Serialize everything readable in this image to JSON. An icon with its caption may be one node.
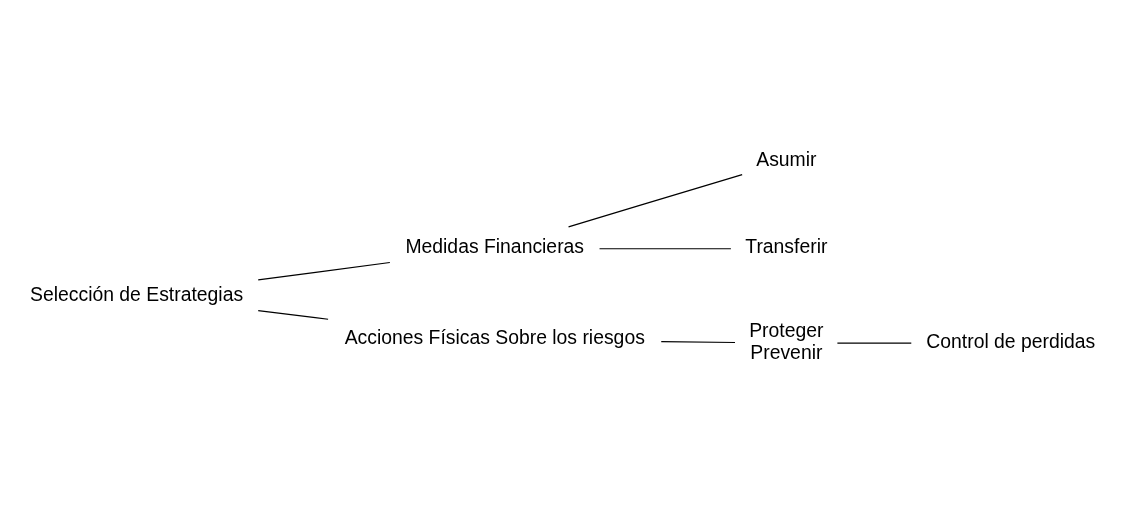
{
  "diagram": {
    "nodes": [
      {
        "text": [
          "Selección de Estrategias"
        ]
      },
      {
        "text": [
          "Medidas Financieras"
        ]
      },
      {
        "text": [
          "Asumir"
        ]
      },
      {
        "text": [
          "Transferir"
        ]
      },
      {
        "text": [
          "Acciones Físicas Sobre los riesgos"
        ]
      },
      {
        "text": [
          "Proteger",
          "Prevenir"
        ]
      },
      {
        "text": [
          "Control de perdidas"
        ]
      }
    ],
    "edges": [
      {
        "from": 0,
        "to": 1,
        "arrow": "none"
      },
      {
        "from": 0,
        "to": 4,
        "arrow": "none"
      },
      {
        "from": 1,
        "to": 2,
        "arrow": "none"
      },
      {
        "from": 1,
        "to": 3,
        "arrow": "none"
      },
      {
        "from": 4,
        "to": 5,
        "arrow": "none"
      },
      {
        "from": 5,
        "to": 6,
        "arrow": "none"
      }
    ]
  }
}
